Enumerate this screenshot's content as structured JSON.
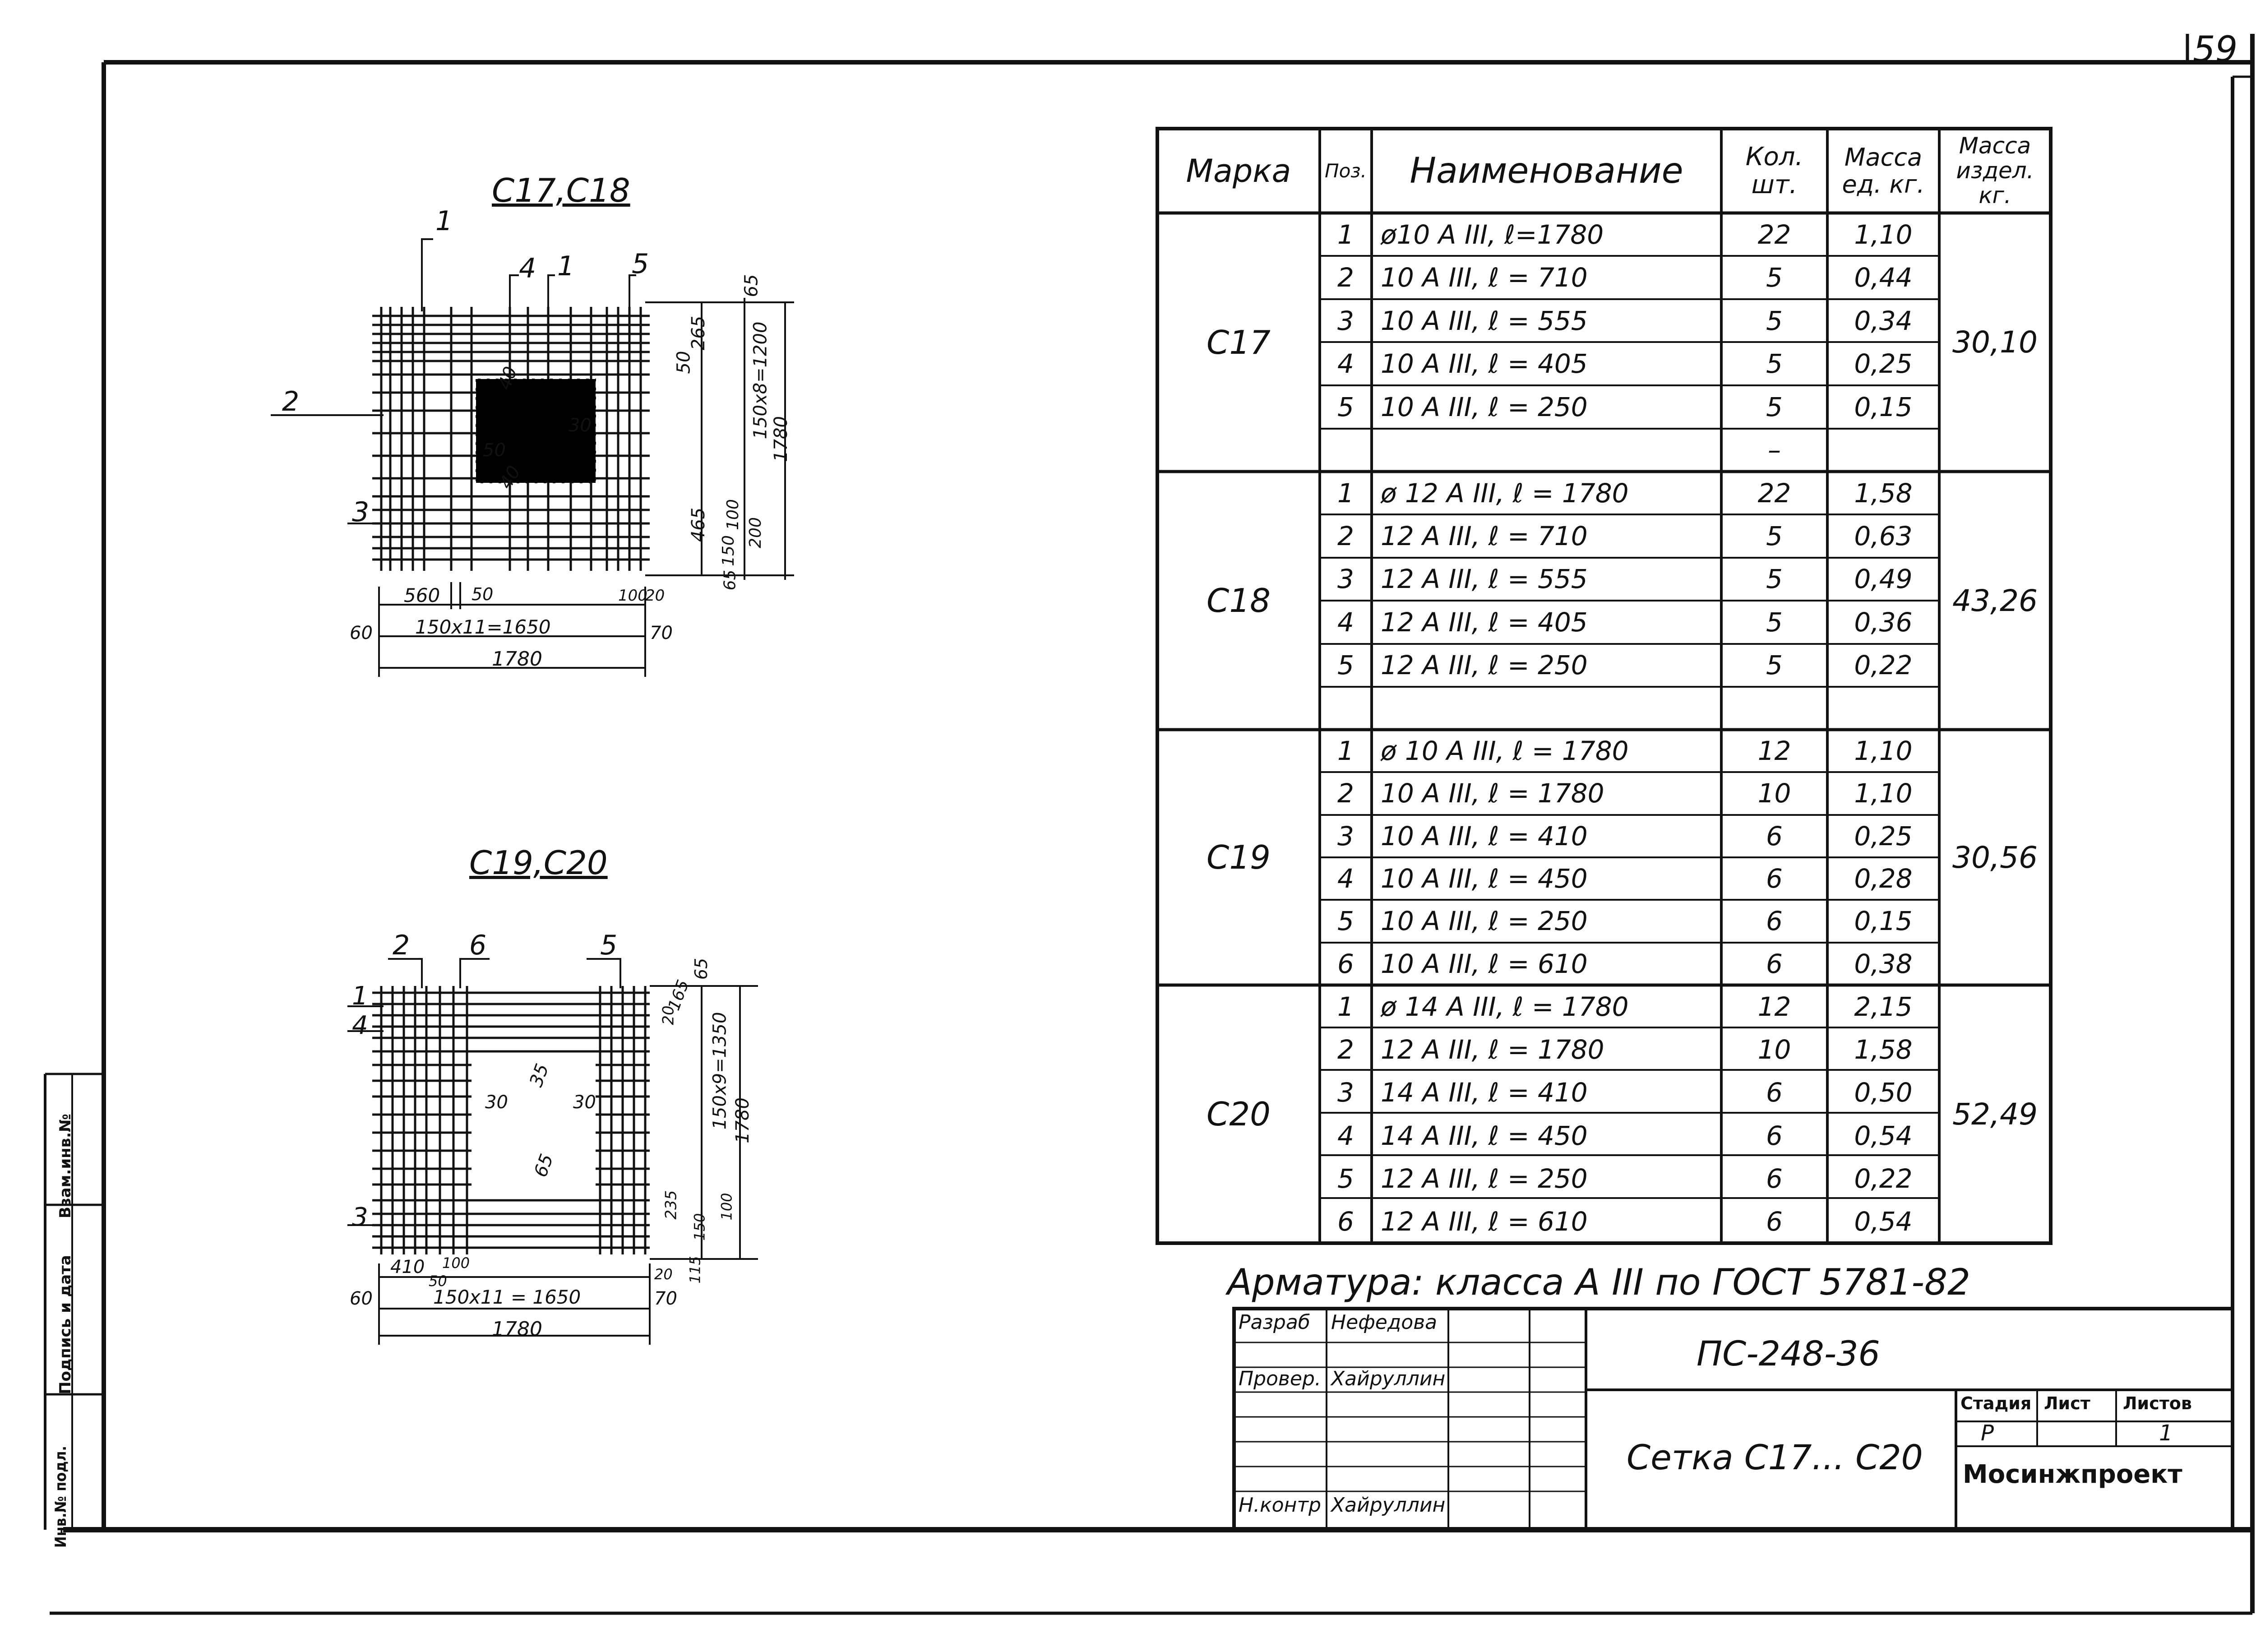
{
  "sheet": {
    "page_number": "59",
    "doc_code": "ПС-248-36",
    "doc_title": "Сетка С17... С20",
    "organization": "Мосинжпроект",
    "stage_label": "Стадия",
    "stage_value": "Р",
    "sheet_label": "Лист",
    "sheets_label": "Листов",
    "sheets_value": "1",
    "note": "Арматура: класса А ІІІ по ГОСТ 5781-82",
    "signatures": [
      {
        "role": "Разраб",
        "name": "Нефедова"
      },
      {
        "role": "Провер.",
        "name": "Хайруллин"
      },
      {
        "role": "",
        "name": ""
      },
      {
        "role": "",
        "name": ""
      },
      {
        "role": "Н.контр",
        "name": "Хайруллин"
      }
    ],
    "side_stamp": [
      "Инв.№ подл.",
      "Подпись и дата",
      "Взам.инв.№"
    ]
  },
  "drawings": [
    {
      "title": "С17,С18",
      "callouts": [
        "1",
        "4",
        "1",
        "5",
        "2",
        "3"
      ],
      "dims": [
        "65",
        "50",
        "265",
        "150x8=1200",
        "1780",
        "40",
        "30",
        "50",
        "40",
        "465",
        "100",
        "200",
        "150",
        "65",
        "560",
        "50",
        "100",
        "20",
        "60",
        "150x11=1650",
        "70",
        "1780"
      ]
    },
    {
      "title": "С19,С20",
      "callouts": [
        "2",
        "6",
        "5",
        "1",
        "4",
        "3"
      ],
      "dims": [
        "65",
        "165",
        "20",
        "150x9=1350",
        "1780",
        "30",
        "35",
        "30",
        "65",
        "235",
        "150",
        "100",
        "115",
        "410",
        "100",
        "50",
        "60",
        "150x11 = 1650",
        "70",
        "20",
        "1780"
      ]
    }
  ],
  "spec": {
    "headers": {
      "mark": "Марка",
      "pos": "Поз.",
      "name": "Наименование",
      "qty": "Кол. шт.",
      "unit_mass": "Масса ед. кг.",
      "item_mass": "Масса издел. кг."
    },
    "groups": [
      {
        "mark": "С17",
        "total": "30,10",
        "rows": [
          {
            "pos": "1",
            "name": "ø10 А ІІІ, ℓ=1780",
            "qty": "22",
            "mass": "1,10"
          },
          {
            "pos": "2",
            "name": "10 А ІІІ, ℓ = 710",
            "qty": "5",
            "mass": "0,44"
          },
          {
            "pos": "3",
            "name": "10 А ІІІ, ℓ = 555",
            "qty": "5",
            "mass": "0,34"
          },
          {
            "pos": "4",
            "name": "10 А ІІІ, ℓ = 405",
            "qty": "5",
            "mass": "0,25"
          },
          {
            "pos": "5",
            "name": "10 А ІІІ, ℓ = 250",
            "qty": "5",
            "mass": "0,15"
          },
          {
            "pos": "",
            "name": "",
            "qty": "–",
            "mass": ""
          }
        ]
      },
      {
        "mark": "С18",
        "total": "43,26",
        "rows": [
          {
            "pos": "1",
            "name": "ø 12 А ІІІ, ℓ = 1780",
            "qty": "22",
            "mass": "1,58"
          },
          {
            "pos": "2",
            "name": "12 А ІІІ, ℓ = 710",
            "qty": "5",
            "mass": "0,63"
          },
          {
            "pos": "3",
            "name": "12 А ІІІ, ℓ = 555",
            "qty": "5",
            "mass": "0,49"
          },
          {
            "pos": "4",
            "name": "12 А ІІІ, ℓ = 405",
            "qty": "5",
            "mass": "0,36"
          },
          {
            "pos": "5",
            "name": "12 А ІІІ, ℓ = 250",
            "qty": "5",
            "mass": "0,22"
          },
          {
            "pos": "",
            "name": "",
            "qty": "",
            "mass": ""
          }
        ]
      },
      {
        "mark": "С19",
        "total": "30,56",
        "rows": [
          {
            "pos": "1",
            "name": "ø 10 А ІІІ, ℓ = 1780",
            "qty": "12",
            "mass": "1,10"
          },
          {
            "pos": "2",
            "name": "10 А ІІІ, ℓ = 1780",
            "qty": "10",
            "mass": "1,10"
          },
          {
            "pos": "3",
            "name": "10 А ІІІ, ℓ = 410",
            "qty": "6",
            "mass": "0,25"
          },
          {
            "pos": "4",
            "name": "10 А ІІІ, ℓ = 450",
            "qty": "6",
            "mass": "0,28"
          },
          {
            "pos": "5",
            "name": "10 А ІІІ, ℓ = 250",
            "qty": "6",
            "mass": "0,15"
          },
          {
            "pos": "6",
            "name": "10 А ІІІ, ℓ = 610",
            "qty": "6",
            "mass": "0,38"
          }
        ]
      },
      {
        "mark": "С20",
        "total": "52,49",
        "rows": [
          {
            "pos": "1",
            "name": "ø 14 А ІІІ, ℓ = 1780",
            "qty": "12",
            "mass": "2,15"
          },
          {
            "pos": "2",
            "name": "12 А ІІІ, ℓ = 1780",
            "qty": "10",
            "mass": "1,58"
          },
          {
            "pos": "3",
            "name": "14 А ІІІ, ℓ = 410",
            "qty": "6",
            "mass": "0,50"
          },
          {
            "pos": "4",
            "name": "14 А ІІІ, ℓ = 450",
            "qty": "6",
            "mass": "0,54"
          },
          {
            "pos": "5",
            "name": "12 А ІІІ, ℓ = 250",
            "qty": "6",
            "mass": "0,22"
          },
          {
            "pos": "6",
            "name": "12 А ІІІ, ℓ = 610",
            "qty": "6",
            "mass": "0,54"
          }
        ]
      }
    ]
  }
}
